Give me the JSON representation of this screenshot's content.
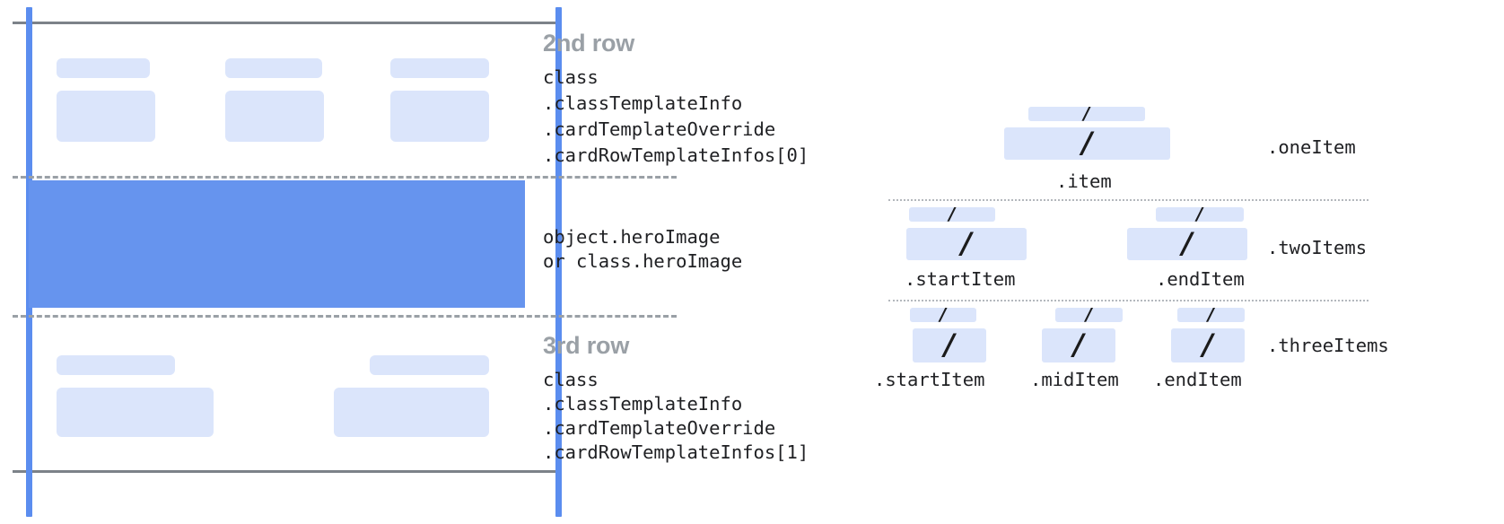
{
  "diagram": {
    "title_semantic": "card-row-template-diagram",
    "colors": {
      "guide_blue": "#5b8def",
      "hero_blue": "#6694ee",
      "placeholder_blue": "#dbe5fb",
      "rule_gray": "#7c8289",
      "dashed_gray": "#9aa0a6",
      "dotted_gray": "#b4b8bd",
      "heading_gray": "#9aa0a6",
      "mono_text": "#202124"
    }
  },
  "left_panel": {
    "rows": [
      {
        "heading": "2nd row",
        "code_lines": [
          "class",
          ".classTemplateInfo",
          ".cardTemplateOverride",
          ".cardRowTemplateInfos[0]"
        ]
      },
      {
        "heading": "",
        "code_lines": [
          "object.heroImage",
          "or class.heroImage"
        ]
      },
      {
        "heading": "3rd row",
        "code_lines": [
          "class",
          ".classTemplateInfo",
          ".cardTemplateOverride",
          ".cardRowTemplateInfos[1]"
        ]
      }
    ]
  },
  "right_panel": {
    "groups": [
      {
        "name": ".oneItem",
        "items": [
          {
            "caption": ".item",
            "glyph": "/"
          }
        ]
      },
      {
        "name": ".twoItems",
        "items": [
          {
            "caption": ".startItem",
            "glyph": "/"
          },
          {
            "caption": ".endItem",
            "glyph": "/"
          }
        ]
      },
      {
        "name": ".threeItems",
        "items": [
          {
            "caption": ".startItem",
            "glyph": "/"
          },
          {
            "caption": ".midItem",
            "glyph": "/"
          },
          {
            "caption": ".endItem",
            "glyph": "/"
          }
        ]
      }
    ]
  }
}
